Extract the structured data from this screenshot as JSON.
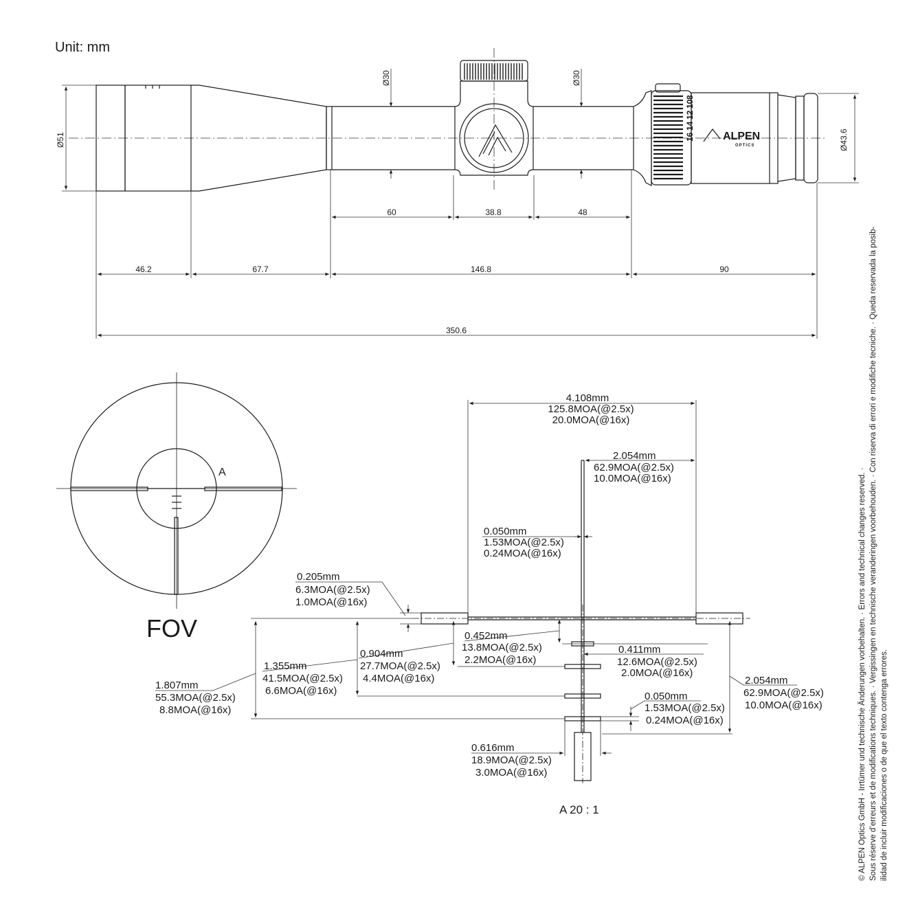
{
  "unit_label": "Unit: mm",
  "dims": {
    "dia_objective": "Ø51",
    "dia_tube_front": "Ø30",
    "dia_tube_rear": "Ø30",
    "dia_eyepiece": "Ø43.6",
    "tube_front_len": "60",
    "turret_len": "38.8",
    "tube_rear_len": "48",
    "objective_len": "46.2",
    "taper_len": "67.7",
    "tube_len": "146.8",
    "eyepiece_len": "90",
    "overall_len": "350.6"
  },
  "scope": {
    "brand": "ALPEN",
    "brand_sub": "OPTICS",
    "zoom_marks": [
      "16",
      "14",
      "12",
      "10",
      "8"
    ]
  },
  "fov": {
    "title": "FOV",
    "detail_marker": "A"
  },
  "reticle": {
    "detail_title": "A 20 : 1",
    "ann_top": [
      "4.108mm",
      "125.8MOA(@2.5x)",
      "20.0MOA(@16x)"
    ],
    "ann_right_upper": [
      "2.054mm",
      "62.9MOA(@2.5x)",
      "10.0MOA(@16x)"
    ],
    "ann_line_width": [
      "0.050mm",
      "1.53MOA(@2.5x)",
      "0.24MOA(@16x)"
    ],
    "ann_post_width": [
      "0.205mm",
      "6.3MOA(@2.5x)",
      "1.0MOA(@16x)"
    ],
    "ann_first_mark": [
      "0.452mm",
      "13.8MOA(@2.5x)",
      "2.2MOA(@16x)"
    ],
    "ann_mark_half": [
      "0.411mm",
      "12.6MOA(@2.5x)",
      "2.0MOA(@16x)"
    ],
    "ann_second_mark": [
      "0.904mm",
      "27.7MOA(@2.5x)",
      "4.4MOA(@16x)"
    ],
    "ann_third_mark": [
      "1.355mm",
      "41.5MOA(@2.5x)",
      "6.6MOA(@16x)"
    ],
    "ann_fourth_mark": [
      "1.807mm",
      "55.3MOA(@2.5x)",
      "8.8MOA(@16x)"
    ],
    "ann_right_lower": [
      "2.054mm",
      "62.9MOA(@2.5x)",
      "10.0MOA(@16x)"
    ],
    "ann_mark_thickness": [
      "0.050mm",
      "1.53MOA(@2.5x)",
      "0.24MOA(@16x)"
    ],
    "ann_bottom_post": [
      "0.616mm",
      "18.9MOA(@2.5x)",
      "3.0MOA(@16x)"
    ]
  },
  "disclaimer": [
    "© ALPEN Optics GmbH - Irrtümer und technische Änderungen vorbehalten. · Errors and technical changes reserved. ·",
    "Sous réserve d’erreurs et de modifications techniques. · Vergissingen en technische veranderingen voorbehouden. · Con riserva di errori e modifiche tecniche. · Queda reservada la posib-",
    "ilidad de incluir modificaciones o de que el texto contenga errores."
  ]
}
